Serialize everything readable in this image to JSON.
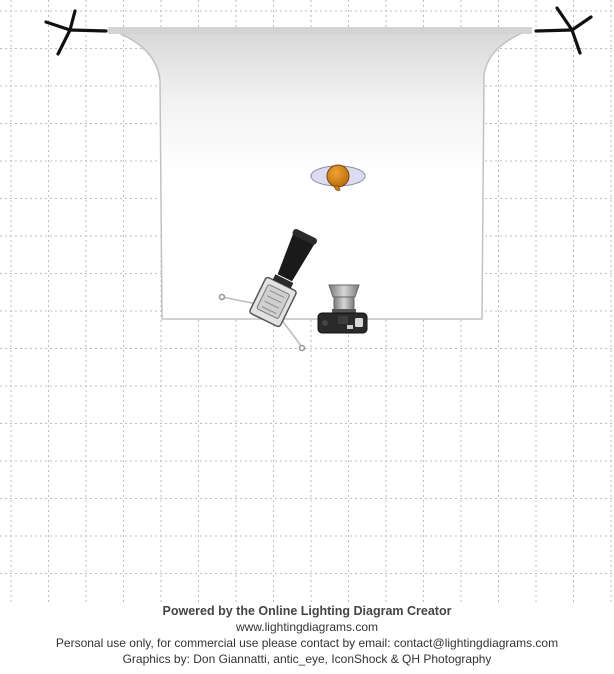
{
  "diagram": {
    "grid": true,
    "elements": [
      {
        "kind": "light-stand",
        "label": ""
      },
      {
        "kind": "light-stand",
        "label": ""
      },
      {
        "kind": "paper-backdrop",
        "label": ""
      },
      {
        "kind": "subject",
        "label": ""
      },
      {
        "kind": "strobe-with-snoot",
        "label": ""
      },
      {
        "kind": "tripod",
        "label": ""
      },
      {
        "kind": "camera",
        "label": ""
      }
    ]
  },
  "footer": {
    "headline": "Powered by the Online Lighting Diagram Creator",
    "url": "www.lightingdiagrams.com",
    "license": "Personal use only, for commercial use please contact by email: contact@lightingdiagrams.com",
    "credits": "Graphics by: Don Giannatti, antic_eye, IconShock & QH Photography"
  },
  "colors": {
    "grid": "#bdbdbd",
    "backdrop_edge": "#c8c8c8",
    "subject": "#d9820e",
    "stand": "#111111",
    "snoot": "#1a1a1a",
    "camera_body": "#2a2a2a",
    "lens": "#9c9c9c"
  }
}
